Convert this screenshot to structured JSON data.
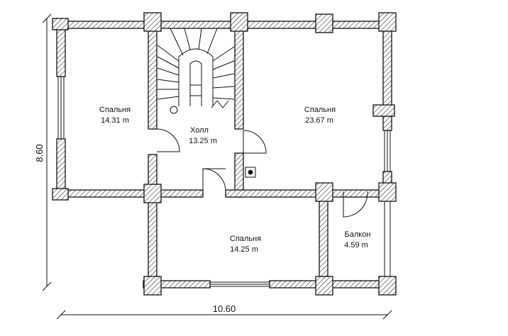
{
  "dimensions": {
    "width_label": "10.60",
    "height_label": "8.60"
  },
  "rooms": [
    {
      "name": "Спальня",
      "area": "14.31 m"
    },
    {
      "name": "Холл",
      "area": "13.25 m"
    },
    {
      "name": "Спальня",
      "area": "23.67 m"
    },
    {
      "name": "Спальня",
      "area": "14.25 m"
    },
    {
      "name": "Балкон",
      "area": "4.59 m"
    }
  ],
  "colors": {
    "line": "#111111",
    "background": "#ffffff"
  }
}
